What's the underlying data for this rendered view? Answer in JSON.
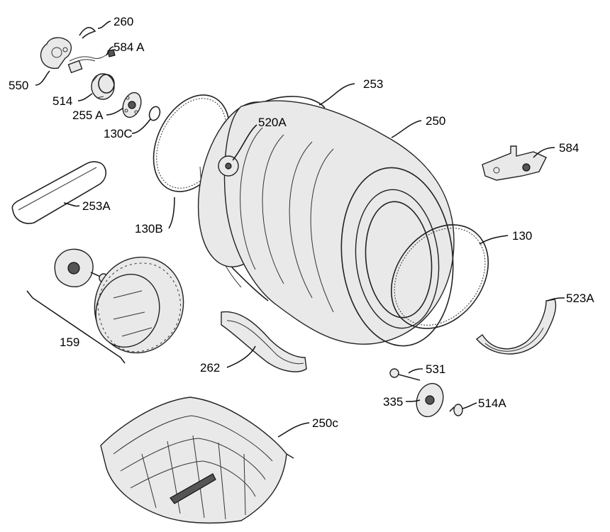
{
  "callouts": {
    "c260": "260",
    "c584A": "584 A",
    "c550": "550",
    "c514": "514",
    "c255A": "255 A",
    "c130C": "130C",
    "c253": "253",
    "c520A": "520A",
    "c250": "250",
    "c584": "584",
    "c253A": "253A",
    "c130B": "130B",
    "c130": "130",
    "c159": "159",
    "c523A": "523A",
    "c262": "262",
    "c531": "531",
    "c335": "335",
    "c514A": "514A",
    "c250c": "250c"
  },
  "icons": {
    "drum": "dryer-drum-icon",
    "blower": "blower-wheel-icon",
    "basket": "drying-rack-icon"
  }
}
